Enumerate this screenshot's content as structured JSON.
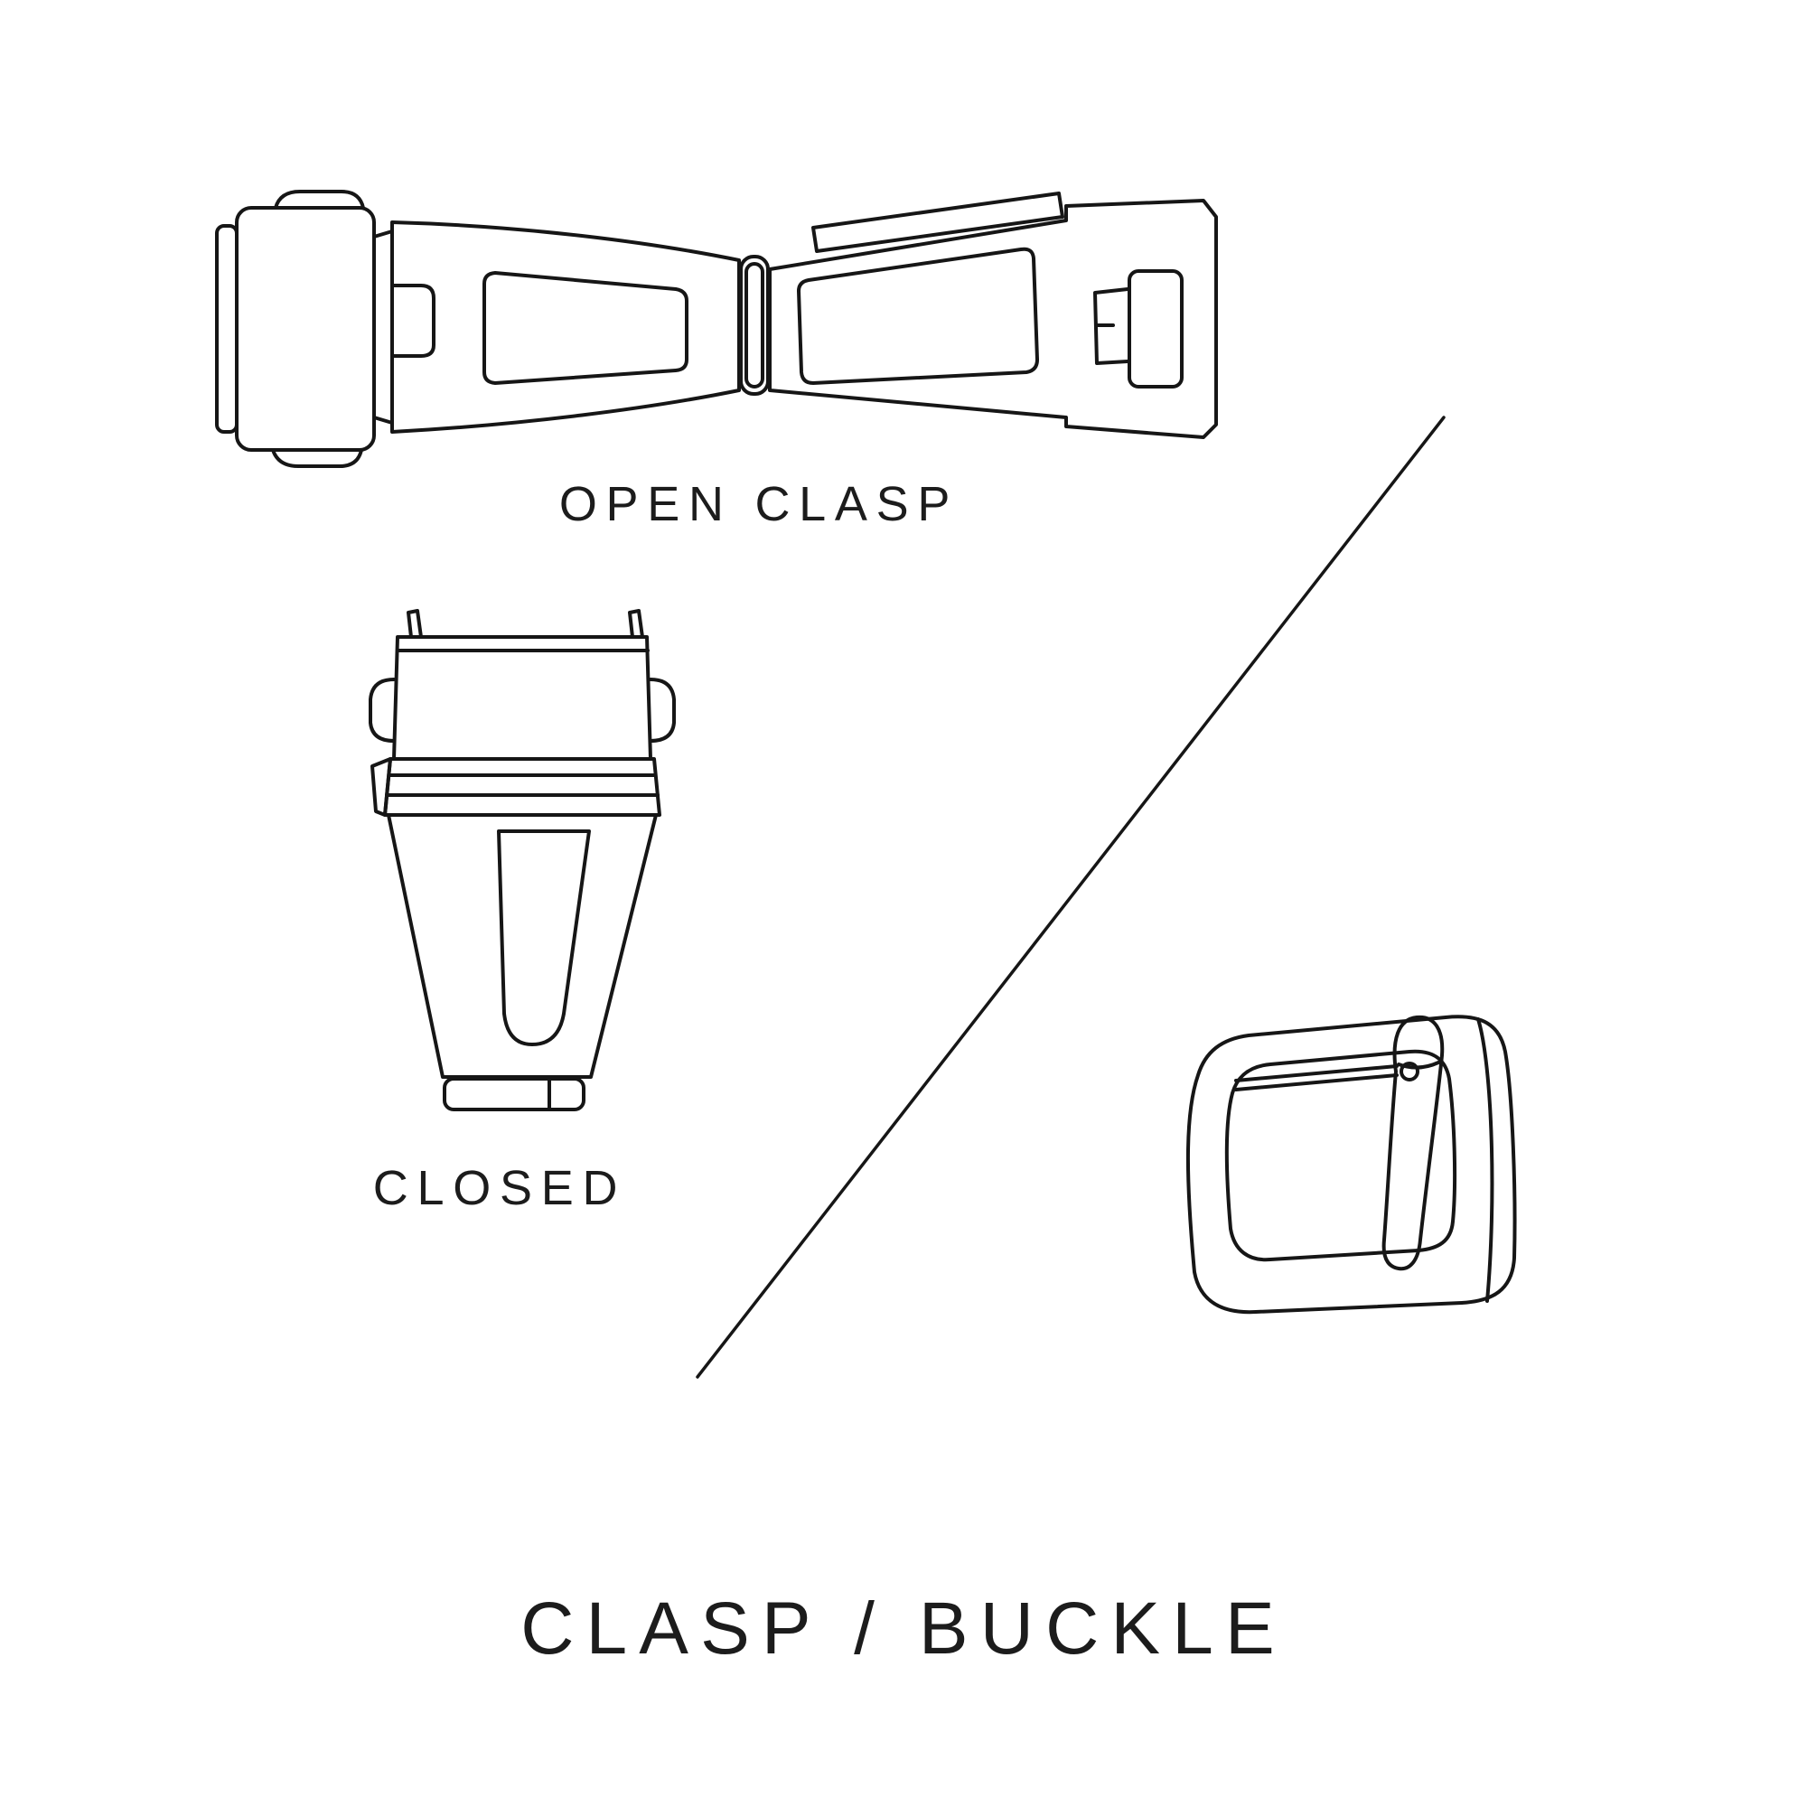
{
  "colors": {
    "background": "#ffffff",
    "line": "#161616",
    "text": "#1c1c1c"
  },
  "diagram": {
    "open_clasp_label": "OPEN CLASP",
    "closed_label": "CLOSED",
    "title": "CLASP / BUCKLE"
  },
  "illustrations": {
    "open_clasp": "open-clasp-illustration",
    "closed_clasp": "closed-clasp-illustration",
    "buckle": "tang-buckle-illustration",
    "divider": "divider-line"
  }
}
